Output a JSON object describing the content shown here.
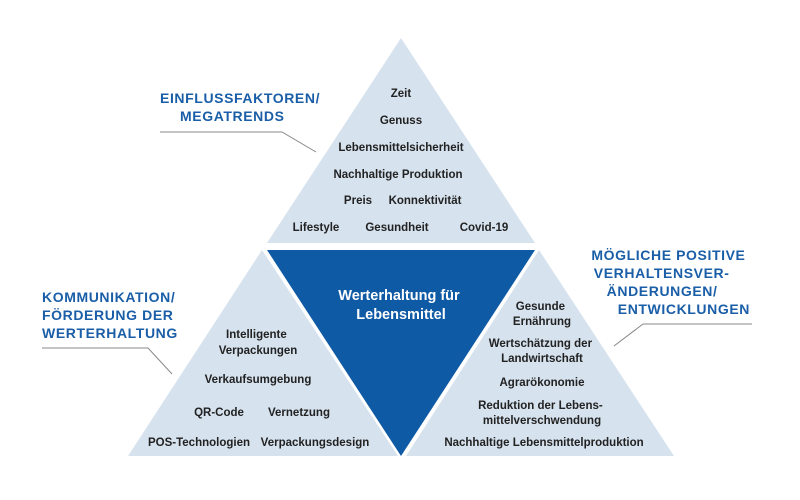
{
  "colors": {
    "light_triangle": "#d6e2ee",
    "center_triangle": "#0f5aa5",
    "heading_text": "#1a5ea8",
    "item_text": "#222222"
  },
  "top": {
    "heading": [
      "EINFLUSSFAKTOREN/",
      "MEGATRENDS"
    ],
    "items": {
      "zeit": "Zeit",
      "genuss": "Genuss",
      "lebensmittelsicherheit": "Lebensmittelsicherheit",
      "nachhaltige_produktion": "Nachhaltige Produktion",
      "preis": "Preis",
      "konnektivitaet": "Konnektivität",
      "lifestyle": "Lifestyle",
      "gesundheit": "Gesundheit",
      "covid": "Covid-19"
    }
  },
  "center": {
    "title": [
      "Werterhaltung für",
      "Lebensmittel"
    ]
  },
  "left": {
    "heading": [
      "KOMMUNIKATION/",
      "FÖRDERUNG DER",
      "WERTERHALTUNG"
    ],
    "items": {
      "intelligente_verpackungen": [
        "Intelligente",
        "Verpackungen"
      ],
      "verkaufsumgebung": "Verkaufsumgebung",
      "qr_code": "QR-Code",
      "vernetzung": "Vernetzung",
      "pos_technologien": "POS-Technologien",
      "verpackungsdesign": "Verpackungsdesign"
    }
  },
  "right": {
    "heading": [
      "MÖGLICHE POSITIVE",
      "VERHALTENSVER-",
      "ÄNDERUNGEN/",
      "ENTWICKLUNGEN"
    ],
    "items": {
      "gesunde_ernaehrung": [
        "Gesunde",
        "Ernährung"
      ],
      "wertschaetzung": [
        "Wertschätzung der",
        "Landwirtschaft"
      ],
      "agraroekonomie": "Agrarökonomie",
      "reduktion": [
        "Reduktion der Lebens-",
        "mittelverschwendung"
      ],
      "nachhaltige_lebensmittelproduktion": "Nachhaltige Lebensmittelproduktion"
    }
  }
}
